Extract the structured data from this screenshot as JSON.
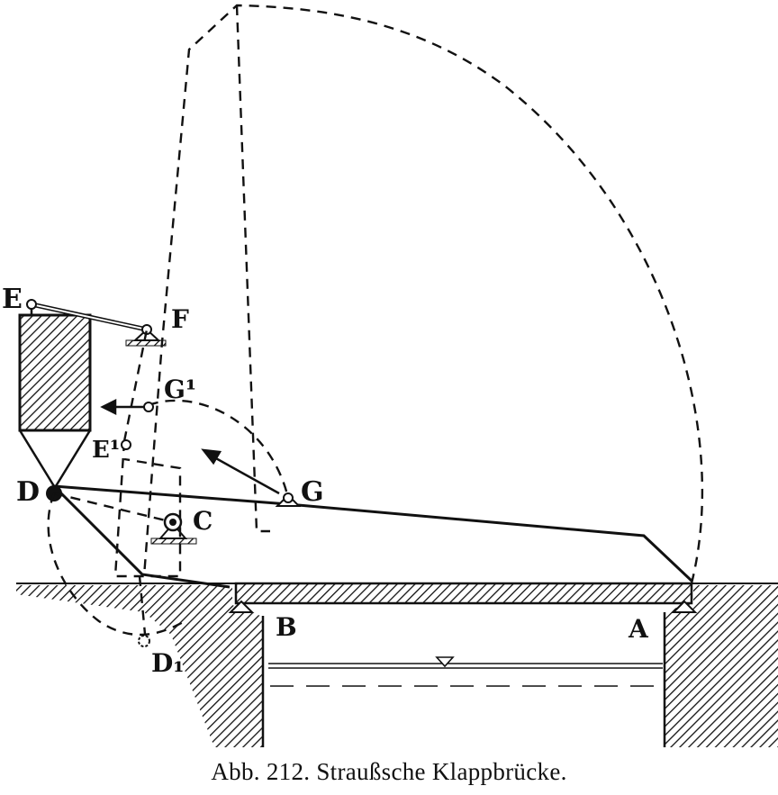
{
  "figure": {
    "caption": "Abb. 212. Straußsche Klappbrücke.",
    "labels": {
      "E": "E",
      "F": "F",
      "G1": "G¹",
      "E1": "E¹",
      "D": "D",
      "G": "G",
      "C": "C",
      "D1": "D₁",
      "B": "B",
      "A": "A"
    }
  }
}
